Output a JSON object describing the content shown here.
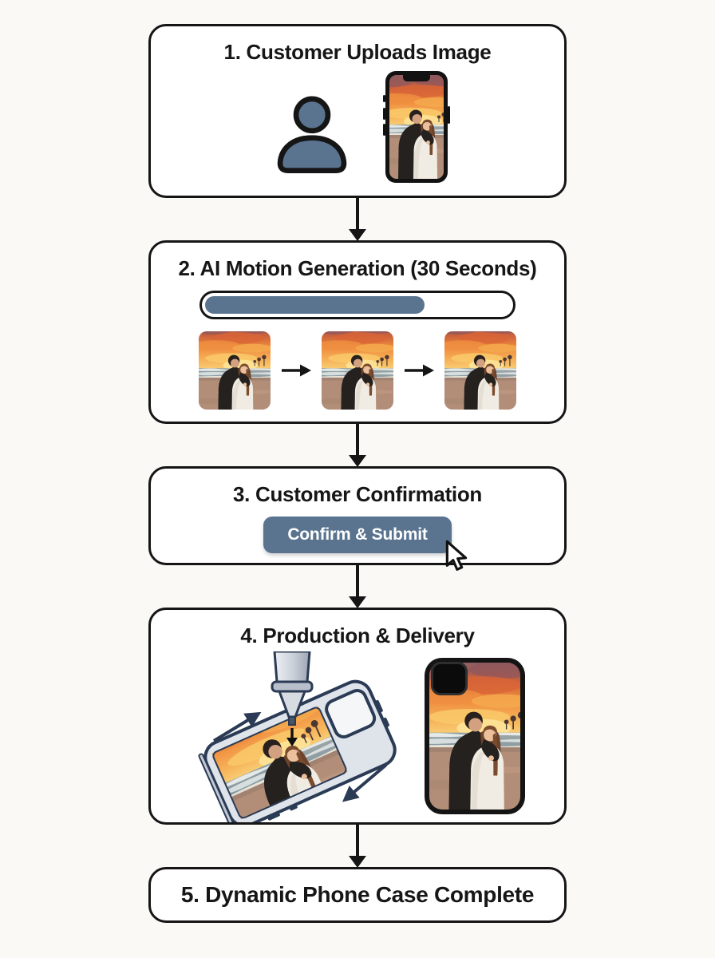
{
  "page": {
    "background": "#faf9f6"
  },
  "colors": {
    "accent": "#5a7490",
    "outline": "#151515",
    "illustration": "#2b3b55"
  },
  "steps": [
    {
      "title": "1. Customer Uploads Image"
    },
    {
      "title": "2. AI Motion Generation (30 Seconds)",
      "progress_percent": 72,
      "frame_count": 3
    },
    {
      "title": "3. Customer Confirmation",
      "button_label": "Confirm & Submit"
    },
    {
      "title": "4. Production & Delivery"
    },
    {
      "title": "5. Dynamic Phone Case Complete"
    }
  ],
  "icons": {
    "user": "user-silhouette",
    "smartphone": "smartphone-with-photo",
    "flow_arrow": "arrow-down",
    "frame_arrow": "arrow-right",
    "cursor": "mouse-pointer",
    "nozzle": "printer-nozzle",
    "camera": "camera-cutout"
  }
}
